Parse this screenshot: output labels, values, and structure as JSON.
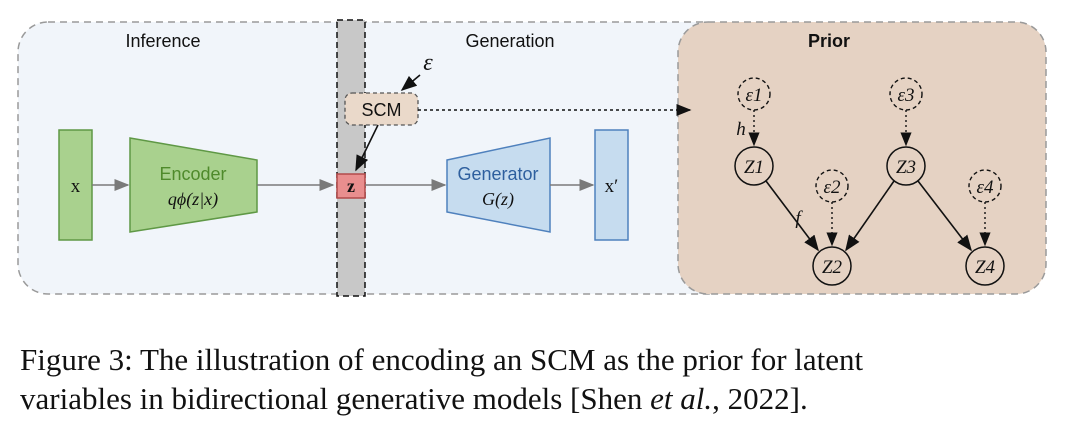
{
  "panels": {
    "inference": "Inference",
    "generation": "Generation",
    "prior": "Prior"
  },
  "left": {
    "x_label": "x",
    "encoder_title": "Encoder",
    "encoder_formula": "qϕ(z|x)",
    "z_label": "z",
    "generator_title": "Generator",
    "generator_formula": "G(z)",
    "xprime_label": "x′",
    "scm_label": "SCM",
    "epsilon_label": "ε"
  },
  "prior_graph": {
    "noise_nodes": [
      "ε1",
      "ε2",
      "ε3",
      "ε4"
    ],
    "latent_nodes": [
      "Z1",
      "Z2",
      "Z3",
      "Z4"
    ],
    "edge_labels": {
      "h": "h",
      "f": "f"
    }
  },
  "caption": {
    "line1": "Figure 3: The illustration of encoding an SCM as the prior for latent",
    "line2_pre": "variables in bidirectional generative models [Shen ",
    "line2_italic": "et al.",
    "line2_post": ", 2022]."
  },
  "colors": {
    "green_fill": "#a9d18e",
    "green_stroke": "#5f9845",
    "encoder_text": "#4f8a2b",
    "blue_fill": "#c6dcef",
    "blue_stroke": "#4f81bd",
    "generator_text": "#2e5f9e",
    "z_fill": "#e98e8e",
    "prior_bg": "#e5d2c3",
    "scm_fill": "#ead9ca",
    "panel_bg": "#f1f5fa"
  }
}
